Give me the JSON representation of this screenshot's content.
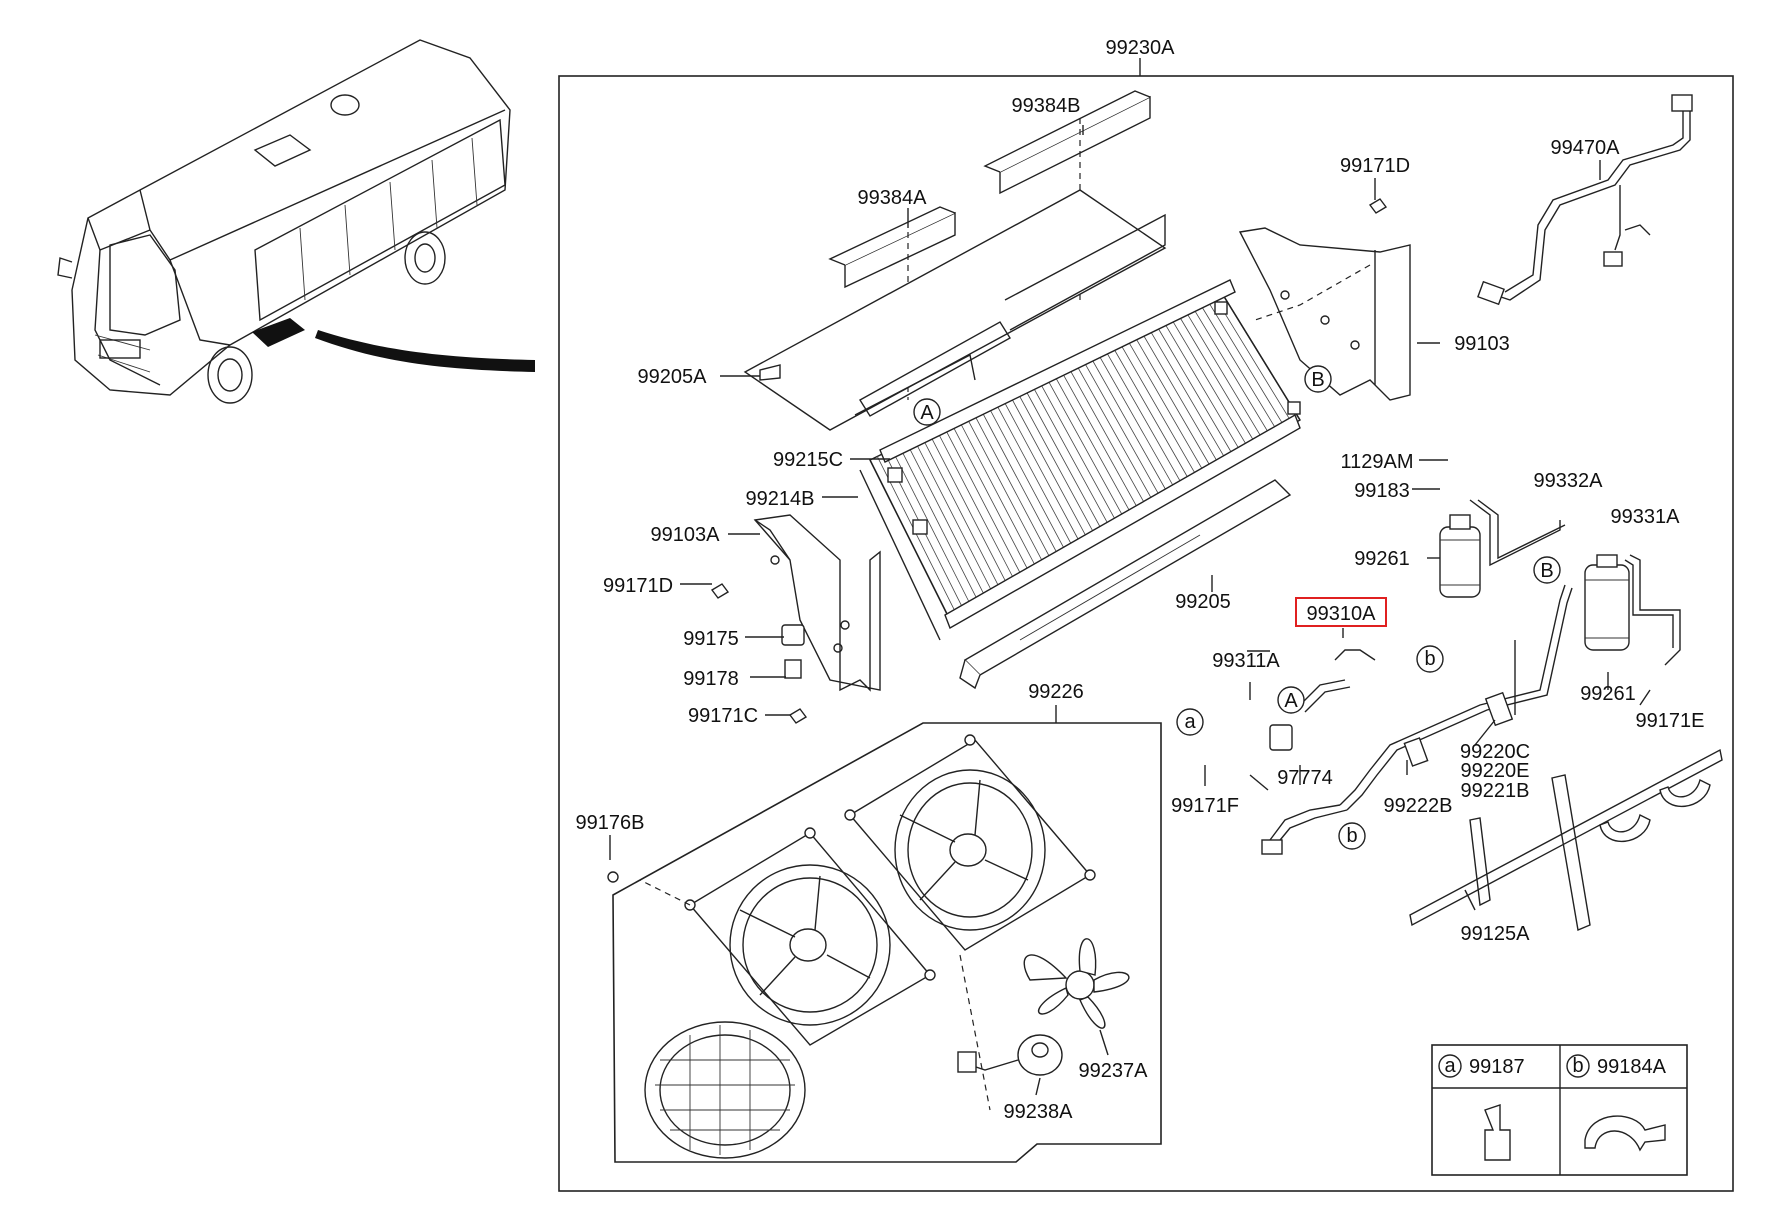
{
  "diagram": {
    "assembly_label": "99230A",
    "highlight_color": "#e02020",
    "parts": [
      {
        "key": "p99384B",
        "label": "99384B"
      },
      {
        "key": "p99384A",
        "label": "99384A"
      },
      {
        "key": "p99171D_top",
        "label": "99171D"
      },
      {
        "key": "p99470A",
        "label": "99470A"
      },
      {
        "key": "p99205A",
        "label": "99205A"
      },
      {
        "key": "p99103",
        "label": "99103"
      },
      {
        "key": "p99215C",
        "label": "99215C"
      },
      {
        "key": "p99214B",
        "label": "99214B"
      },
      {
        "key": "p99103A",
        "label": "99103A"
      },
      {
        "key": "p99171D_left",
        "label": "99171D"
      },
      {
        "key": "p99175",
        "label": "99175"
      },
      {
        "key": "p99178",
        "label": "99178"
      },
      {
        "key": "p99171C",
        "label": "99171C"
      },
      {
        "key": "p1129AM",
        "label": "1129AM"
      },
      {
        "key": "p99183",
        "label": "99183"
      },
      {
        "key": "p99332A",
        "label": "99332A"
      },
      {
        "key": "p99331A",
        "label": "99331A"
      },
      {
        "key": "p99261_a",
        "label": "99261"
      },
      {
        "key": "p99205",
        "label": "99205"
      },
      {
        "key": "p99310A",
        "label": "99310A",
        "highlighted": true
      },
      {
        "key": "p99311A",
        "label": "99311A"
      },
      {
        "key": "p99226",
        "label": "99226"
      },
      {
        "key": "p99261_b",
        "label": "99261"
      },
      {
        "key": "p99171E",
        "label": "99171E"
      },
      {
        "key": "p99220C",
        "label": "99220C"
      },
      {
        "key": "p99220E",
        "label": "99220E"
      },
      {
        "key": "p99221B",
        "label": "99221B"
      },
      {
        "key": "p97774",
        "label": "97774"
      },
      {
        "key": "p99222B",
        "label": "99222B"
      },
      {
        "key": "p99171F",
        "label": "99171F"
      },
      {
        "key": "p99176B",
        "label": "99176B"
      },
      {
        "key": "p99125A",
        "label": "99125A"
      },
      {
        "key": "p99237A",
        "label": "99237A"
      },
      {
        "key": "p99238A",
        "label": "99238A"
      }
    ],
    "callouts": [
      {
        "key": "cA_top",
        "label": "A"
      },
      {
        "key": "cB_top",
        "label": "B"
      },
      {
        "key": "cB_mid",
        "label": "B"
      },
      {
        "key": "cA_mid",
        "label": "A"
      },
      {
        "key": "ca_left",
        "label": "a"
      },
      {
        "key": "cb_top",
        "label": "b"
      },
      {
        "key": "cb_bot",
        "label": "b"
      }
    ],
    "legend": [
      {
        "marker": "a",
        "part": "99187"
      },
      {
        "marker": "b",
        "part": "99184A"
      }
    ]
  }
}
